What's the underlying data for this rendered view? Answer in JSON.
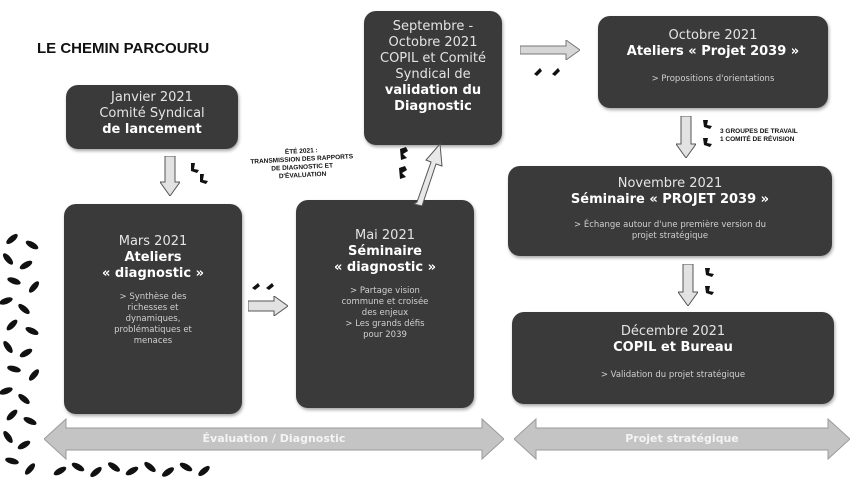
{
  "title": "LE CHEMIN PARCOURU",
  "boxes": {
    "janvier": {
      "date": "Janvier 2021",
      "main1": "Comité Syndical",
      "main2": "de lancement"
    },
    "mars": {
      "date": "Mars 2021",
      "main1": "Ateliers",
      "main2": "« diagnostic »",
      "desc": [
        "> Synthèse des",
        "richesses et",
        "dynamiques,",
        "problématiques et",
        "menaces"
      ]
    },
    "mai": {
      "date": "Mai 2021",
      "main1": "Séminaire",
      "main2": "« diagnostic »",
      "desc": [
        "> Partage vision",
        "commune et croisée",
        "des enjeux",
        "> Les grands défis",
        "pour 2039"
      ]
    },
    "septembre": {
      "lines": [
        "Septembre -",
        "Octobre 2021",
        "COPIL et Comité",
        "Syndical de"
      ],
      "main1": "validation du",
      "main2": "Diagnostic"
    },
    "octobre": {
      "date": "Octobre 2021",
      "main": "Ateliers « Projet 2039 »",
      "desc": "> Propositions d'orientations"
    },
    "novembre": {
      "date": "Novembre 2021",
      "main": "Séminaire « PROJET 2039 »",
      "desc1": "> Échange autour d'une première version du",
      "desc2": "projet stratégique"
    },
    "decembre": {
      "date": "Décembre 2021",
      "main": "COPIL et Bureau",
      "desc": "> Validation du projet stratégique"
    }
  },
  "notes": {
    "ete": [
      "ÉTÉ 2021 :",
      "TRANSMISSION DES RAPPORTS",
      "DE DIAGNOSTIC ET",
      "D'ÉVALUATION"
    ],
    "groupes": [
      "3 GROUPES DE TRAVAIL",
      "1 COMITÉ DE RÉVISION"
    ]
  },
  "bands": {
    "left": "Évaluation / Diagnostic",
    "right": "Projet stratégique"
  },
  "colors": {
    "box": "#3a3a3a",
    "band": "#c4c4c4",
    "arrow": "#d6d6d6"
  }
}
